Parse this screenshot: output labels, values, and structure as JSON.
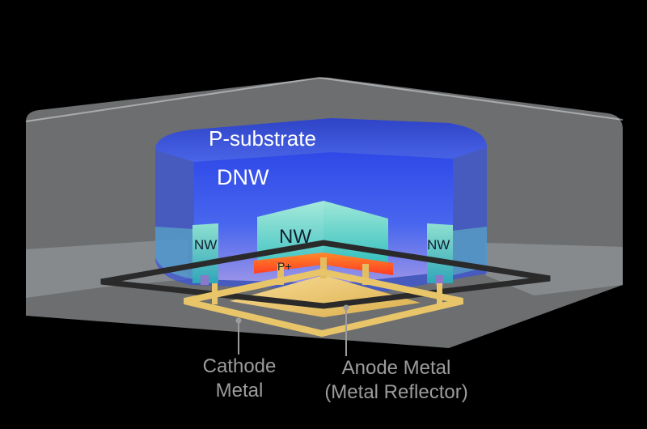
{
  "labels": {
    "p_substrate": "P-substrate",
    "dnw": "DNW",
    "nw_center": "NW",
    "nw_left": "NW",
    "nw_right": "NW",
    "p_plus": "P+",
    "cathode_line1": "Cathode",
    "cathode_line2": "Metal",
    "anode_line1": "Anode Metal",
    "anode_line2": "(Metal Reflector)"
  },
  "colors": {
    "background": "#000000",
    "substrate_glass": "#bfc3c6",
    "dnw_top": "#3a52e6",
    "dnw_bottom": "#7f8cf0",
    "nw_teal": "#3cc6c2",
    "p_plus": "#ff4a1c",
    "anode_gold": "#e9c56a",
    "label_text": "#ffffff",
    "caption_text": "#9c9c9c"
  }
}
